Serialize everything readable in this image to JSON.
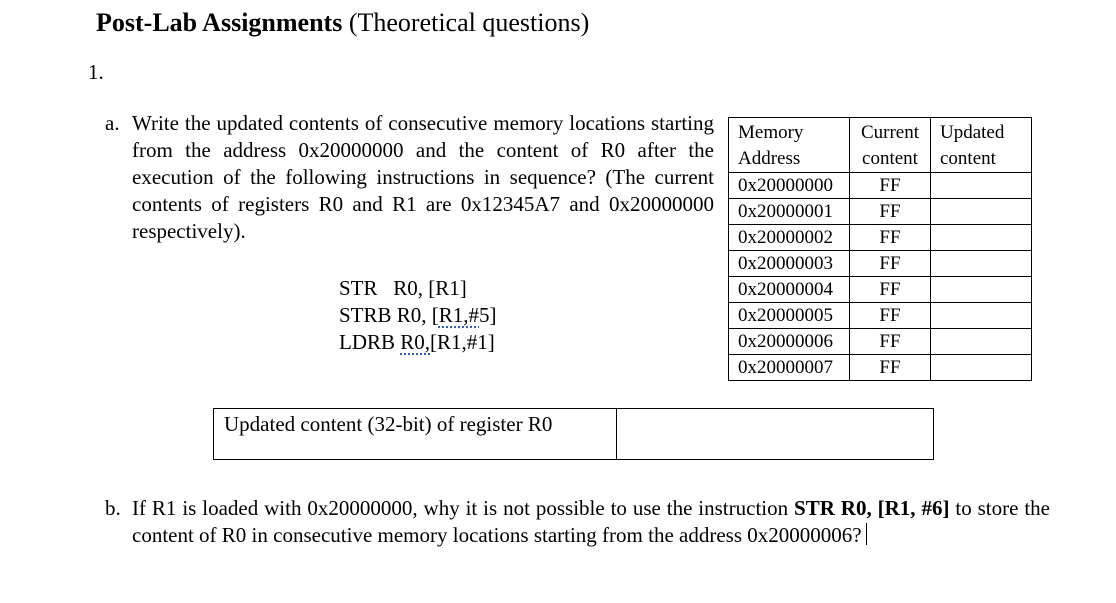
{
  "title": {
    "bold": "Post-Lab Assignments",
    "rest": " (Theoretical questions)"
  },
  "question_number": "1.",
  "part_a": {
    "marker": "a.",
    "text": "Write the updated contents of consecutive memory locations starting from the address 0x20000000 and the content of R0 after the execution of the following instructions in sequence? (The current contents of registers R0 and R1 are 0x12345A7 and 0x20000000 respectively).",
    "code": {
      "line1": "STR   R0, [R1]",
      "line2_pre": "STRB R0, [",
      "line2_u": "R1,#",
      "line2_post": "5]",
      "line3_pre": "LDRB ",
      "line3_u": "R0,",
      "line3_post": "[R1,#1]"
    },
    "table": {
      "header": {
        "address_line1": "Memory",
        "address_line2": "Address",
        "current_line1": "Current",
        "current_line2": "content",
        "updated_line1": "Updated",
        "updated_line2": "content"
      },
      "rows": [
        {
          "address": "0x20000000",
          "current": "FF",
          "updated": ""
        },
        {
          "address": "0x20000001",
          "current": "FF",
          "updated": ""
        },
        {
          "address": "0x20000002",
          "current": "FF",
          "updated": ""
        },
        {
          "address": "0x20000003",
          "current": "FF",
          "updated": ""
        },
        {
          "address": "0x20000004",
          "current": "FF",
          "updated": ""
        },
        {
          "address": "0x20000005",
          "current": "FF",
          "updated": ""
        },
        {
          "address": "0x20000006",
          "current": "FF",
          "updated": ""
        },
        {
          "address": "0x20000007",
          "current": "FF",
          "updated": ""
        }
      ]
    },
    "r0_label": "Updated content (32-bit) of register R0",
    "r0_value": ""
  },
  "part_b": {
    "marker": "b.",
    "text_pre": "If R1 is loaded with 0x20000000, why it is not possible to use the instruction ",
    "instruction": "STR R0, [R1, #6]",
    "text_post": " to store the content of R0 in consecutive memory locations starting from the address 0x20000006?"
  }
}
